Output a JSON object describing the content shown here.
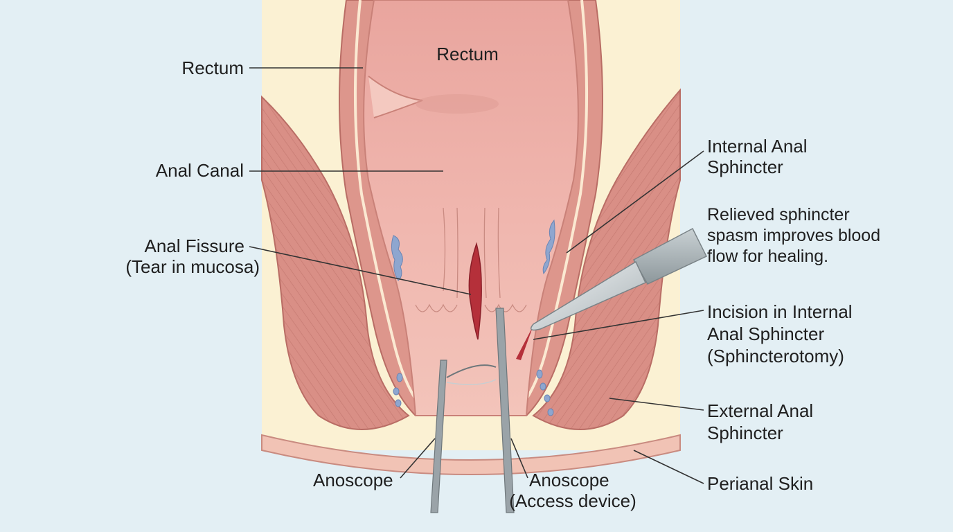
{
  "labels": {
    "rectum_outer": {
      "lines": [
        "Rectum"
      ]
    },
    "rectum_inner": {
      "lines": [
        "Rectum"
      ]
    },
    "anal_canal": {
      "lines": [
        "Anal Canal"
      ]
    },
    "anal_fissure": {
      "lines": [
        "Anal Fissure",
        "(Tear in mucosa)"
      ]
    },
    "internal_anal_sphincter": {
      "lines": [
        "Internal Anal",
        "Sphincter"
      ]
    },
    "relieved_note": {
      "lines": [
        "Relieved sphincter",
        "spasm improves blood",
        "flow for healing."
      ]
    },
    "incision": {
      "lines": [
        "Incision in Internal",
        "Anal Sphincter",
        "(Sphincterotomy)"
      ]
    },
    "external_anal_sphincter": {
      "lines": [
        "External Anal",
        "Sphincter"
      ]
    },
    "perianal_skin": {
      "lines": [
        "Perianal Skin"
      ]
    },
    "anoscope_left": {
      "lines": [
        "Anoscope"
      ]
    },
    "anoscope_right": {
      "lines": [
        "Anoscope",
        "(Access device)"
      ]
    }
  },
  "colors": {
    "background": "#e3eff4",
    "fat_tissue": "#fbf1d3",
    "muscle": "#d98f86",
    "mucosa": "#eab0a8",
    "fissure": "#b5303a",
    "vein": "#8ea6cf",
    "instrument": "#9aa3a8",
    "leader_line": "#333333"
  }
}
